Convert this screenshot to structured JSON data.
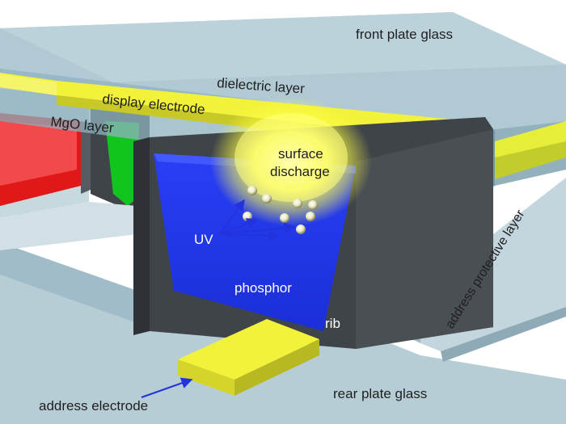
{
  "labels": {
    "front_plate_glass": "front plate glass",
    "dielectric_layer": "dielectric layer",
    "display_electrode": "display electrode",
    "mgo_layer": "MgO layer",
    "surface_discharge_line1": "surface",
    "surface_discharge_line2": "discharge",
    "uv": "UV",
    "phosphor": "phosphor",
    "rib": "rib",
    "address_protective_layer": "address protective layer",
    "rear_plate_glass": "rear plate glass",
    "address_electrode": "address electrode"
  },
  "colors": {
    "glass": "#a9c4cf",
    "glass_dark": "#6f96a6",
    "electrode_yellow": "#f2f23a",
    "rib_gray": "#3f4448",
    "phosphor_blue": "#1f3ff0",
    "phosphor_red": "#e01818",
    "phosphor_green": "#12c51e",
    "arrow_blue": "#2233dd",
    "glow": "#ffff66"
  }
}
